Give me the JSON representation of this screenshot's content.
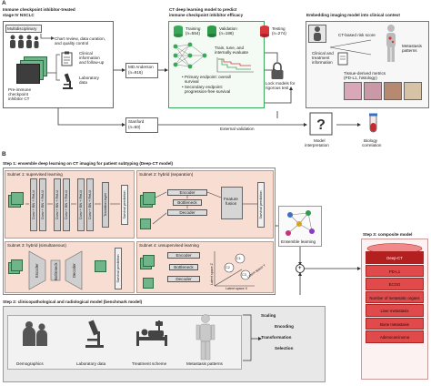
{
  "panel_a": {
    "letter": "A",
    "population_title_l1": "Immune checkpoint inhibitor-treated",
    "population_title_l2": "stage IV NSCLC",
    "multidisciplinary": "Multidisciplinary",
    "curation_l1": "Chart review, data curation,",
    "curation_l2": "and quality control",
    "clinical_l1": "Clinical",
    "clinical_l2": "information",
    "clinical_l3": "and follow-up",
    "lab_l1": "Laboratory",
    "lab_l2": "data",
    "ct_l1": "Pre-immune",
    "ct_l2": "checkpoint",
    "ct_l3": "inhibitor CT",
    "mda_l1": "MD Anderson",
    "mda_l2": "(n=916)",
    "stanford_l1": "Stanford",
    "stanford_l2": "(n=60)",
    "dl_title_l1": "CT deep learning model to predict",
    "dl_title_l2": "immune checkpoint inhibitor efficacy",
    "training": "Training",
    "training_n": "(n=554)",
    "validation": "Validation",
    "validation_n": "(n=188)",
    "testing": "Testing",
    "testing_n": "(n=274)",
    "train_tune_l1": "Train, tune, and",
    "train_tune_l2": "internally evaluate",
    "primary_l1": "• Primary endpoint: overall",
    "primary_l2": "survival",
    "secondary_l1": "• Secondary endpoint:",
    "secondary_l2": "progression-free survival",
    "lock_l1": "Lock models for",
    "lock_l2": "rigorous test",
    "embed_title_l1": "Embedding imaging model into clinical context",
    "risk_score": "CT-based risk score",
    "clin_treat_l1": "Clinical and",
    "clin_treat_l2": "treatment",
    "clin_treat_l3": "information",
    "metastasis_l1": "Metastasis",
    "metastasis_l2": "patterns",
    "tissue_l1": "Tissue-derived metrics",
    "tissue_l2": "(PD-L1, histology)",
    "external_validation": "External validation",
    "model_interp_l1": "Model",
    "model_interp_l2": "interpretation",
    "biology_l1": "Biology",
    "biology_l2": "correlation"
  },
  "panel_b": {
    "letter": "B",
    "step1_title": "Step 1: ensemble deep learning on CT imaging for patient subtyping (Deep-CT model)",
    "subnet1_title": "Subnet 1: supervised learning",
    "subnet2_title": "Subnet 2: hybrid (separation)",
    "subnet3_title": "Subnet 3: hybrid (simultaneous)",
    "subnet4_title": "Subnet 4: unsupervised learning",
    "conv_label": "Conv + BN + ReLU",
    "transition": "Transition layer",
    "survival_prediction": "Survival prediction",
    "encoder": "Encoder",
    "bottleneck": "Bottleneck",
    "decoder": "Decoder",
    "feature_fusion_l1": "Feature",
    "feature_fusion_l2": "fusion",
    "latent_z": "Latent space Z",
    "latent_x": "Latent space X",
    "latent_y": "Latent space Y",
    "c1": "C1",
    "c2": "C2",
    "c3": "C3",
    "ensemble": "Ensemble learning",
    "step3_title": "Step 3: composite model",
    "composite_layers": [
      "Deep-CT",
      "PD-L1",
      "ECOG",
      "Number of metastatic organs",
      "Liver metastasis",
      "Bone metastasis",
      "Adenocarcinoma"
    ],
    "plus": "+",
    "step2_title": "Step 2: clinicopathological and radiological model (benchmark model)",
    "demographics": "Demographics",
    "laboratory": "Laboratory data",
    "treatment": "Treatment scheme",
    "metastasis_patterns": "Metastasis patterns",
    "scaling": "Scaling",
    "encoding": "Encoding",
    "transformation": "Transformation",
    "selection": "Selection"
  },
  "colors": {
    "salmon_panel": "#f7ddd2",
    "grey_panel": "#e8e8e8",
    "ct_green": "#6fb58a",
    "training_green": "#3aa85a",
    "validation_green": "#2e9a4a",
    "testing_red": "#d8363a",
    "layer_red": "#e04a4a",
    "deep_ct_red": "#b42020",
    "arrow": "#333333"
  }
}
